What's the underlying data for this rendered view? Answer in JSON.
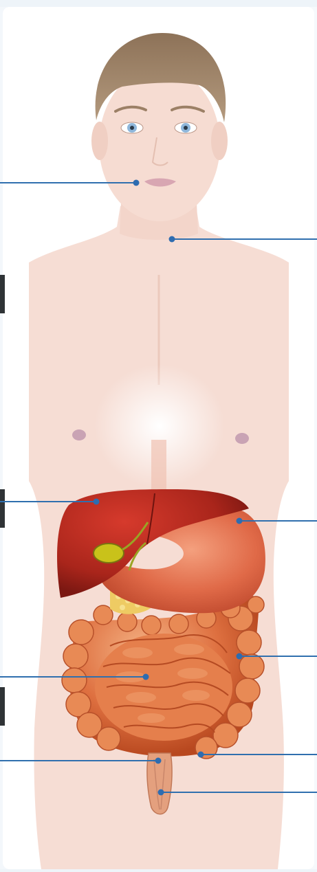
{
  "colors": {
    "background": "#eef4f9",
    "skin": "#f6ddd4",
    "skin_shadow": "#efc9bb",
    "hair": "#a58a6e",
    "iris": "#8fb7db",
    "lips": "#d8a6b2",
    "liver": "#b0261c",
    "gallbladder": "#c9c21a",
    "stomach": "#d8583a",
    "intestine": "#d96a3a",
    "pancreas": "#eecb63",
    "rectum": "#e4a07e",
    "leader_line": "#2f6fae",
    "leader_dot": "#2e6cb0"
  },
  "diagram": {
    "subject": "human-digestive-system",
    "pointers": [
      {
        "id": "mouth",
        "side": "left"
      },
      {
        "id": "esophagus",
        "side": "right"
      },
      {
        "id": "liver",
        "side": "left"
      },
      {
        "id": "stomach",
        "side": "right"
      },
      {
        "id": "large-intestine",
        "side": "right"
      },
      {
        "id": "small-intestine",
        "side": "left"
      },
      {
        "id": "rectum",
        "side": "left"
      },
      {
        "id": "sigmoid-colon",
        "side": "right"
      },
      {
        "id": "anus",
        "side": "right"
      }
    ]
  }
}
